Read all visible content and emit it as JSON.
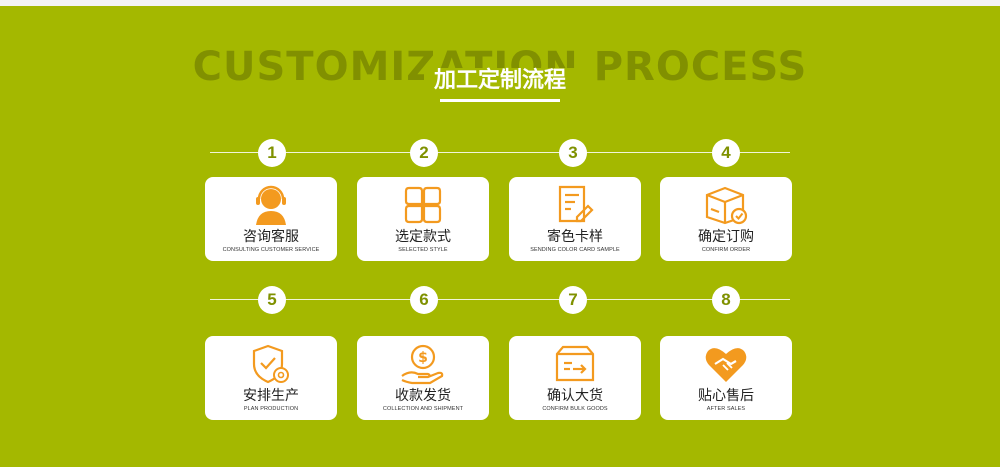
{
  "header": {
    "bg_title": "CUSTOMIZATION PROCESS",
    "title": "加工定制流程"
  },
  "colors": {
    "background": "#a4b800",
    "accent": "#f39a1f",
    "card": "#ffffff"
  },
  "steps": [
    {
      "num": "1",
      "label": "咨询客服",
      "sub": "CONSULTING CUSTOMER SERVICE",
      "icon": "customer-service-headset-icon"
    },
    {
      "num": "2",
      "label": "选定款式",
      "sub": "SELECTED STYLE",
      "icon": "style-grid-icon"
    },
    {
      "num": "3",
      "label": "寄色卡样",
      "sub": "SENDING COLOR CARD SAMPLE",
      "icon": "color-card-document-icon"
    },
    {
      "num": "4",
      "label": "确定订购",
      "sub": "CONFIRM ORDER",
      "icon": "box-check-icon"
    },
    {
      "num": "5",
      "label": "安排生产",
      "sub": "PLAN PRODUCTION",
      "icon": "shield-gear-icon"
    },
    {
      "num": "6",
      "label": "收款发货",
      "sub": "COLLECTION AND SHIPMENT",
      "icon": "dollar-hand-icon"
    },
    {
      "num": "7",
      "label": "确认大货",
      "sub": "CONFIRM BULK GOODS",
      "icon": "package-arrow-icon"
    },
    {
      "num": "8",
      "label": "贴心售后",
      "sub": "AFTER SALES",
      "icon": "heart-handshake-icon"
    }
  ]
}
